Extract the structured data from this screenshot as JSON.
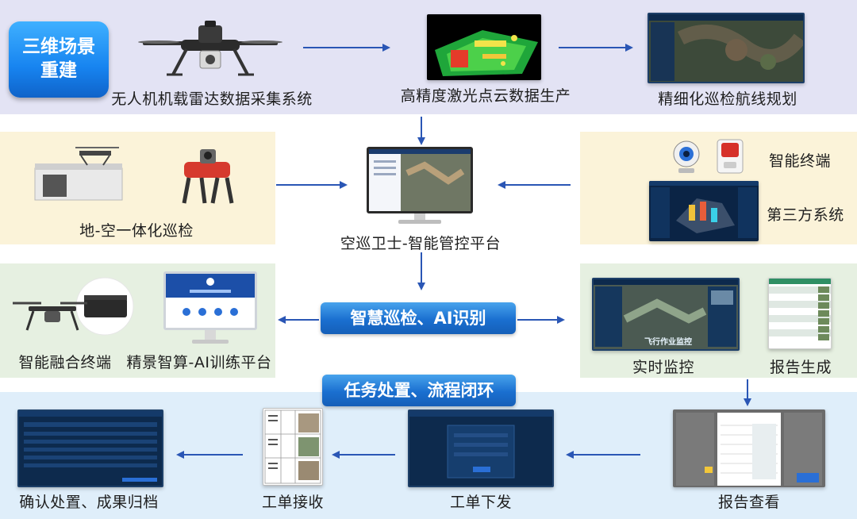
{
  "title": {
    "line1": "三维场景",
    "line2": "重建"
  },
  "row1": {
    "drone_caption": "无人机机载雷达数据采集系统",
    "pointcloud_caption": "高精度激光点云数据生产",
    "route_caption": "精细化巡检航线规划"
  },
  "row2": {
    "ground_air_caption": "地-空一体化巡检",
    "platform_caption": "空巡卫士-智能管控平台",
    "terminal_label": "智能终端",
    "third_party_label": "第三方系统"
  },
  "row3": {
    "banner": "智慧巡检、AI识别",
    "fusion_caption": "智能融合终端",
    "ai_caption": "精景智算-AI训练平台",
    "monitor_caption": "实时监控",
    "monitor_overlay": "飞行作业监控",
    "report_caption": "报告生成"
  },
  "row4": {
    "banner": "任务处置、流程闭环",
    "confirm_caption": "确认处置、成果归档",
    "receive_caption": "工单接收",
    "dispatch_caption": "工单下发",
    "view_caption": "报告查看"
  },
  "colors": {
    "band_top": "#e3e3f4",
    "band_yellow": "#fbf3d9",
    "band_green": "#e6f0e1",
    "band_blue": "#dfeefa",
    "arrow": "#2a56b5",
    "pill": "#1a6fd0"
  }
}
